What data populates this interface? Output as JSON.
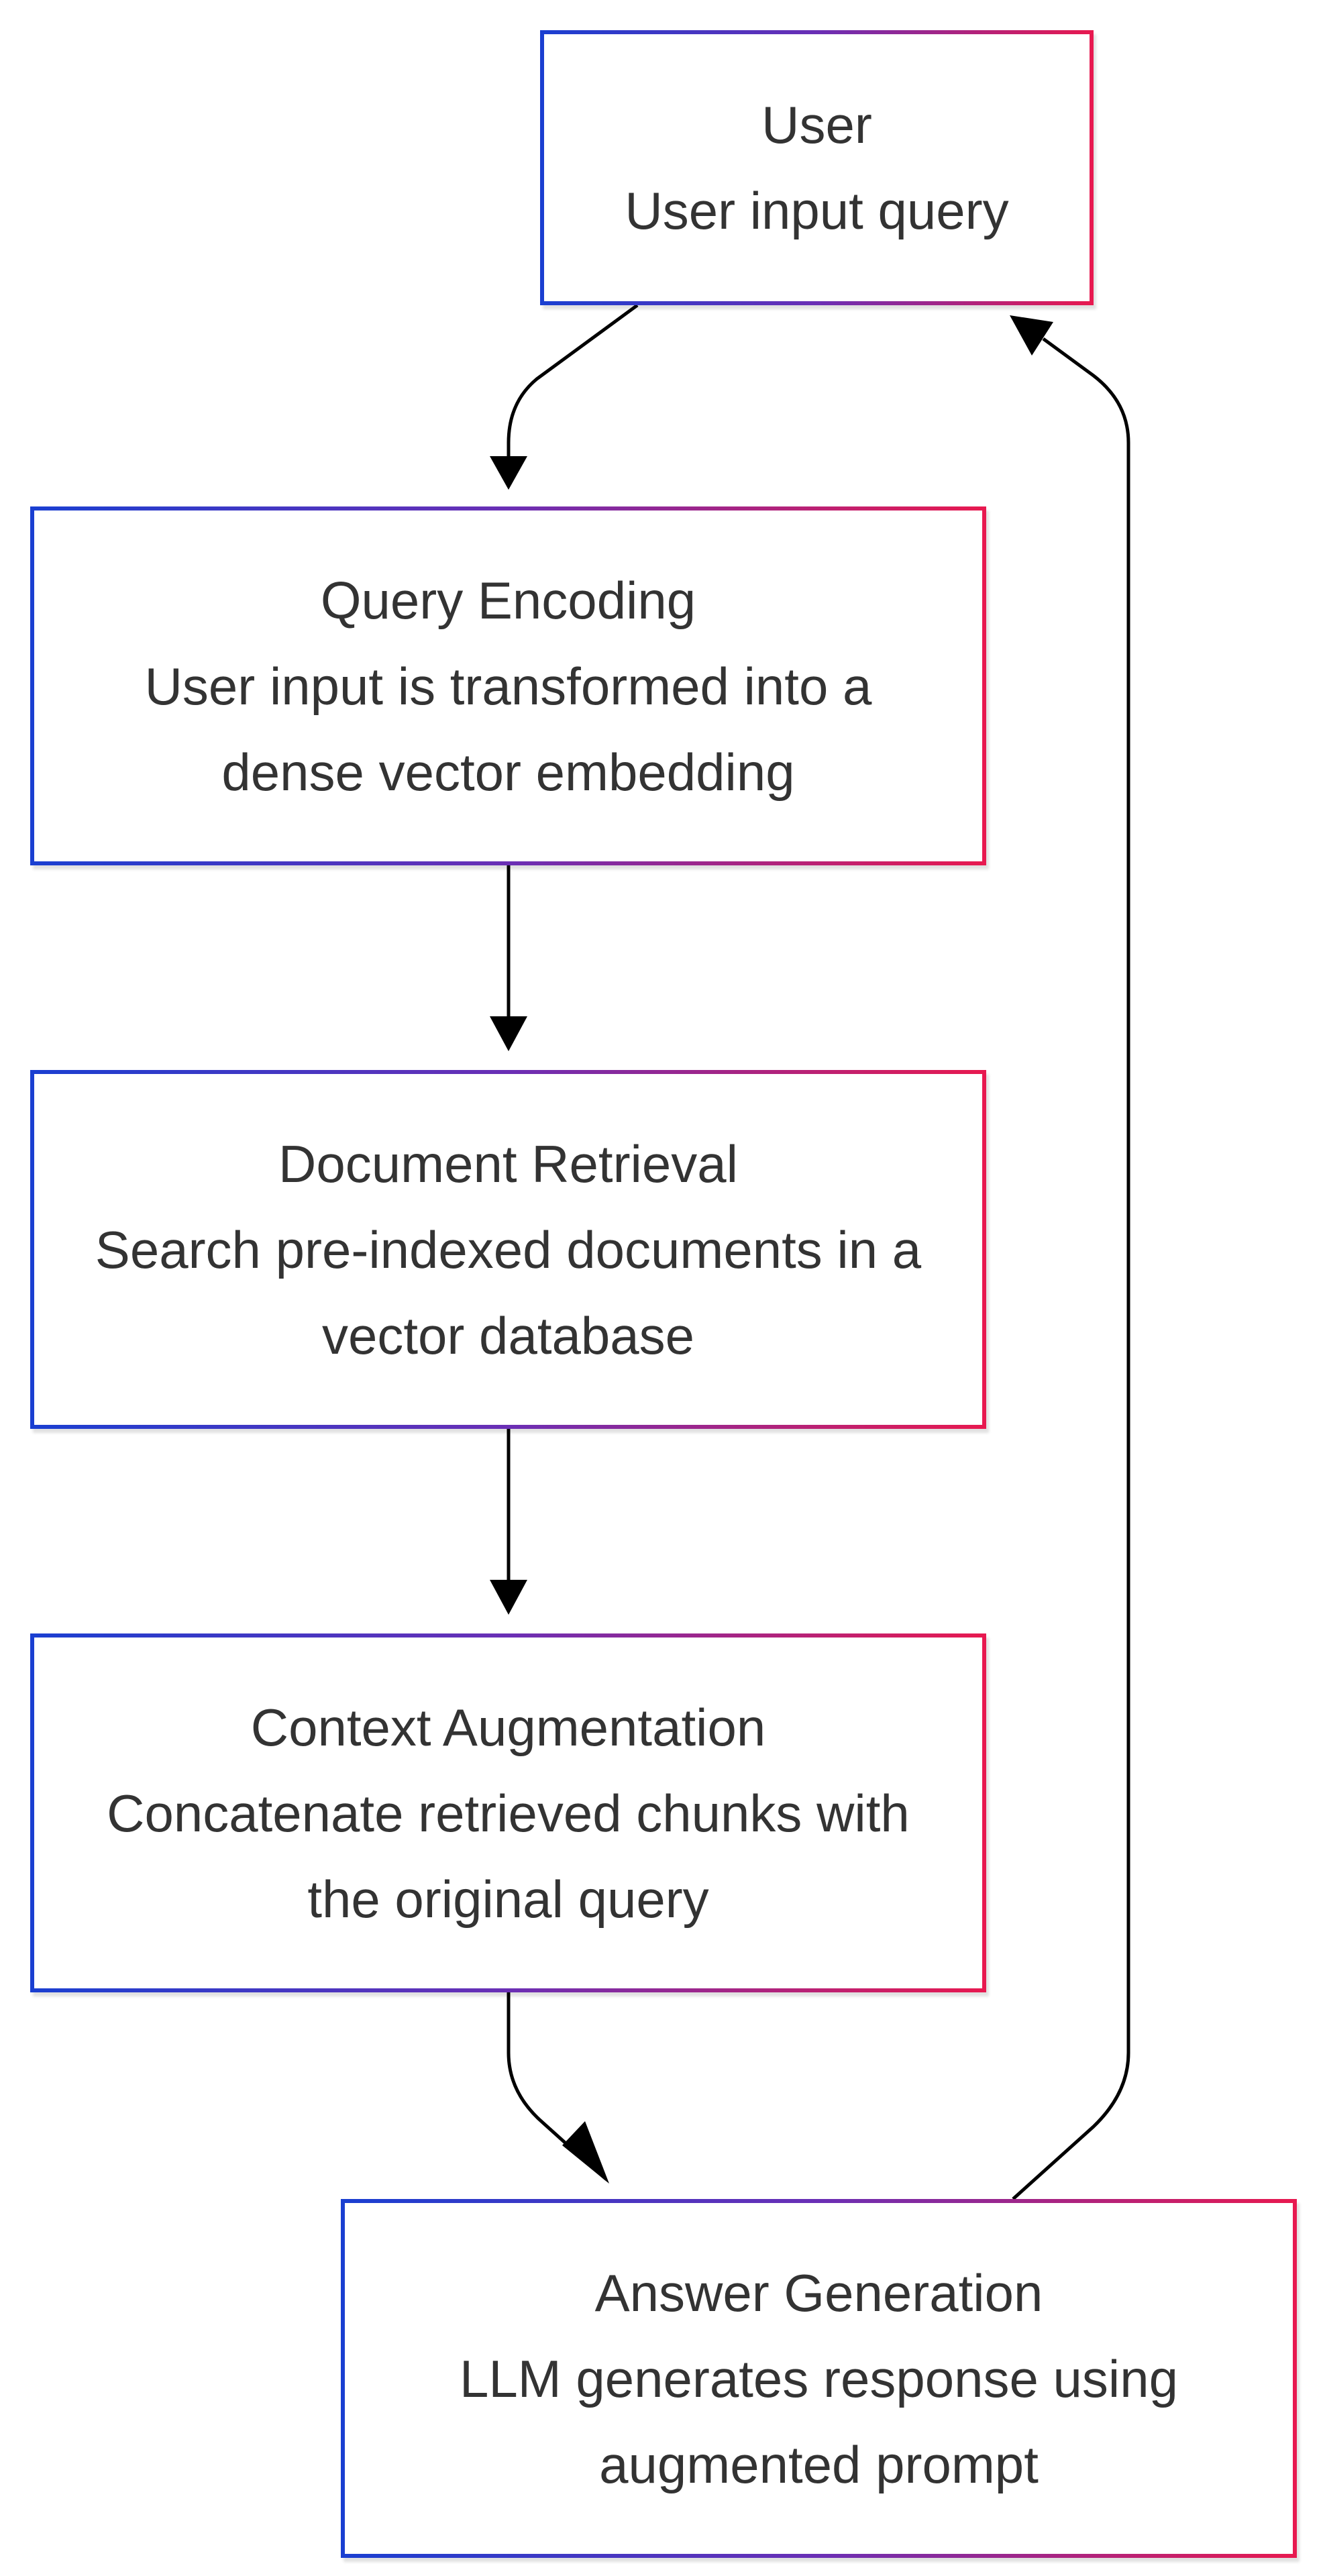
{
  "nodes": [
    {
      "id": "user",
      "title": "User",
      "description": "User input query"
    },
    {
      "id": "query_encoding",
      "title": "Query Encoding",
      "description": "User input is transformed into a dense vector embedding"
    },
    {
      "id": "document_retrieval",
      "title": "Document Retrieval",
      "description": "Search pre-indexed documents in a vector database"
    },
    {
      "id": "context_augmentation",
      "title": "Context Augmentation",
      "description": "Concatenate retrieved chunks with the original query"
    },
    {
      "id": "answer_generation",
      "title": "Answer Generation",
      "description": "LLM generates response using augmented prompt"
    }
  ],
  "edges": [
    {
      "from": "user",
      "to": "query_encoding"
    },
    {
      "from": "query_encoding",
      "to": "document_retrieval"
    },
    {
      "from": "document_retrieval",
      "to": "context_augmentation"
    },
    {
      "from": "context_augmentation",
      "to": "answer_generation"
    },
    {
      "from": "answer_generation",
      "to": "user"
    }
  ],
  "colors": {
    "border_gradient_start": "#1a3fd1",
    "border_gradient_mid": "#6a2fb5",
    "border_gradient_end": "#e8194f",
    "edge": "#000000",
    "text": "#333333"
  }
}
